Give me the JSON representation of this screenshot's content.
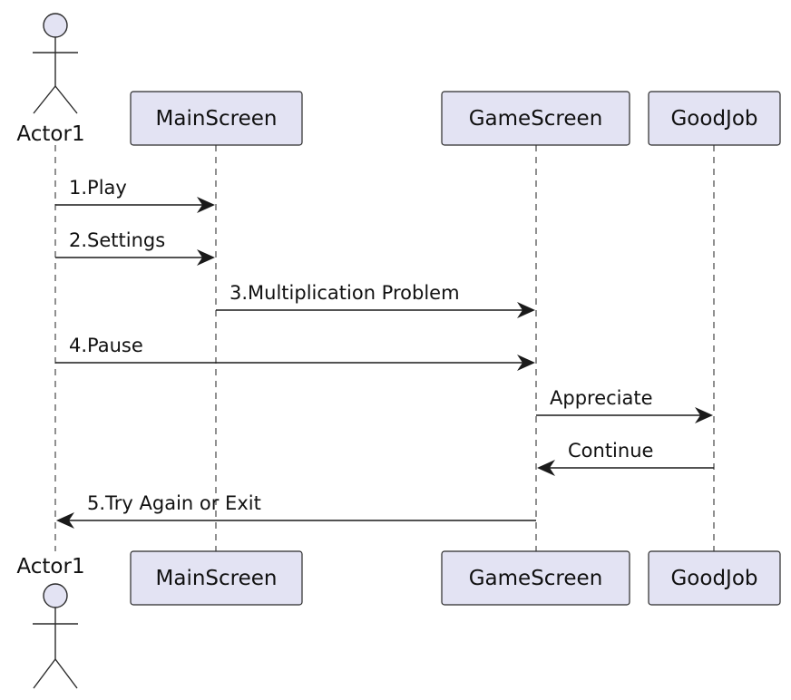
{
  "participants": {
    "actor1": {
      "label": "Actor1"
    },
    "main_screen": {
      "label": "MainScreen"
    },
    "game_screen": {
      "label": "GameScreen"
    },
    "good_job": {
      "label": "GoodJob"
    }
  },
  "messages": [
    {
      "id": "m1",
      "label": "1.Play",
      "from": "actor1",
      "to": "main_screen"
    },
    {
      "id": "m2",
      "label": "2.Settings",
      "from": "actor1",
      "to": "main_screen"
    },
    {
      "id": "m3",
      "label": "3.Multiplication Problem",
      "from": "main_screen",
      "to": "game_screen"
    },
    {
      "id": "m4",
      "label": "4.Pause",
      "from": "actor1",
      "to": "game_screen"
    },
    {
      "id": "m5",
      "label": "Appreciate",
      "from": "game_screen",
      "to": "good_job"
    },
    {
      "id": "m6",
      "label": "Continue",
      "from": "good_job",
      "to": "game_screen"
    },
    {
      "id": "m7",
      "label": "5.Try Again or Exit",
      "from": "game_screen",
      "to": "actor1"
    }
  ],
  "colors": {
    "participant_fill": "#e3e3f3",
    "border": "#2a2a2a",
    "arrow": "#1a1a1a"
  }
}
